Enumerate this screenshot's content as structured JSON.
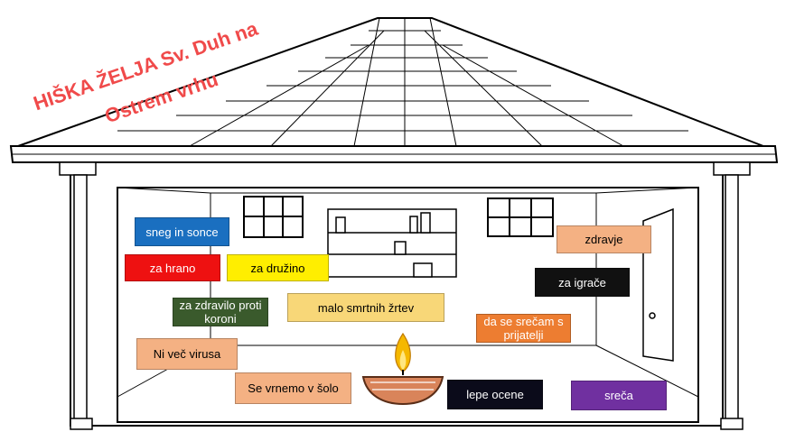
{
  "title": {
    "line1": "HIŠKA ŽELJA Sv. Duh na",
    "line2": "Ostrem vrhu",
    "color": "#f04a4a"
  },
  "wishes": [
    {
      "text": "sneg in sonce",
      "bg": "#1a6fc0",
      "fg": "#ffffff"
    },
    {
      "text": "za hrano",
      "bg": "#ee1111",
      "fg": "#ffffff"
    },
    {
      "text": "za družino",
      "bg": "#ffee00",
      "fg": "#000000"
    },
    {
      "text": "za zdravilo proti koroni",
      "bg": "#3a5a2c",
      "fg": "#ffffff"
    },
    {
      "text": "malo smrtnih žrtev",
      "bg": "#f8d778",
      "fg": "#000000"
    },
    {
      "text": "zdravje",
      "bg": "#f4b183",
      "fg": "#000000"
    },
    {
      "text": "za igrače",
      "bg": "#111111",
      "fg": "#ffffff"
    },
    {
      "text": "da se srečam s prijatelji",
      "bg": "#ed7d31",
      "fg": "#ffffff"
    },
    {
      "text": "Ni več virusa",
      "bg": "#f4b183",
      "fg": "#000000"
    },
    {
      "text": "Se vrnemo v šolo",
      "bg": "#f4b183",
      "fg": "#000000"
    },
    {
      "text": "lepe ocene",
      "bg": "#0b0b1a",
      "fg": "#ffffff"
    },
    {
      "text": "sreča",
      "bg": "#7030a0",
      "fg": "#ffffff"
    }
  ]
}
